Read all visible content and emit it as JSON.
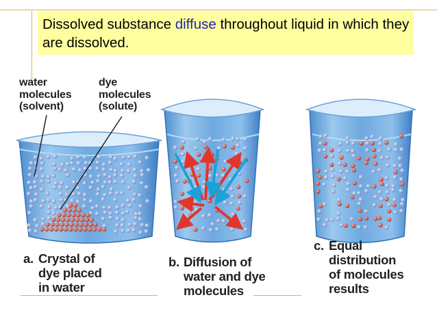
{
  "title": {
    "before": "Dissolved substance ",
    "highlight": "diffuse",
    "after": " throughout liquid in which they are dissolved."
  },
  "labels": {
    "water": [
      "water",
      "molecules",
      "(solvent)"
    ],
    "dye": [
      "dye",
      "molecules",
      "(solute)"
    ]
  },
  "captions": {
    "a": {
      "letter": "a.",
      "lines": [
        "Crystal of",
        "dye placed",
        "in water"
      ]
    },
    "b": {
      "letter": "b.",
      "lines": [
        "Diffusion of",
        "water and dye",
        "molecules"
      ]
    },
    "c": {
      "letter": "c.",
      "lines": [
        "Equal",
        "distribution",
        "of molecules",
        "results"
      ]
    }
  },
  "colors": {
    "banner_bg": "#ffff9f",
    "accent": "#1d25b8",
    "rule": "#d7b651",
    "water_molecule": "#7f93c9",
    "dye_molecule": "#b8433b",
    "arrow_blue": "#1aa3d8",
    "arrow_red": "#e3352b"
  }
}
